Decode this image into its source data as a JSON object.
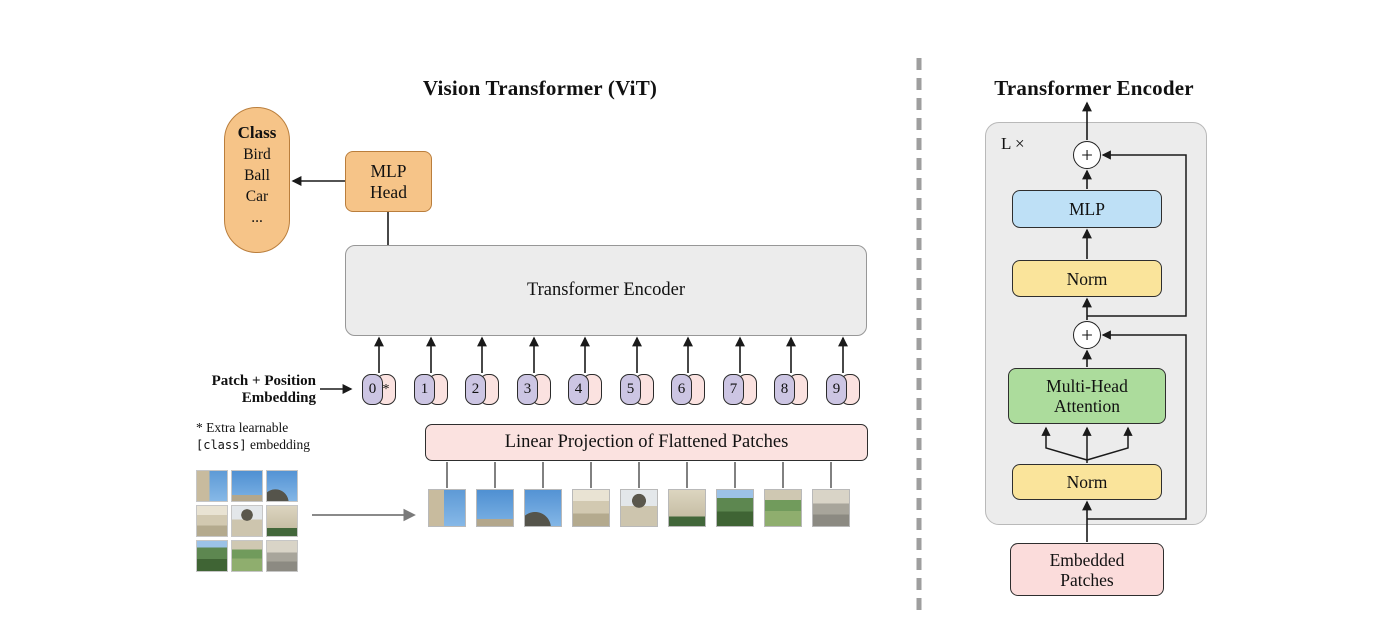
{
  "colors": {
    "orange": "#F6C488",
    "orange_border": "#BA7E3C",
    "gray_box": "#ECECEC",
    "pink": "#FBE2E0",
    "lavender": "#CCC5E3",
    "blue": "#BEE0F6",
    "yellow": "#FAE49B",
    "green": "#ACDC9C",
    "pink_embed": "#FBDCDB"
  },
  "left": {
    "title": "Vision Transformer (ViT)",
    "class_pill": {
      "heading": "Class",
      "items": [
        "Bird",
        "Ball",
        "Car",
        "..."
      ]
    },
    "mlp_head": {
      "line1": "MLP",
      "line2": "Head"
    },
    "encoder_label": "Transformer Encoder",
    "patch_position": {
      "line1": "Patch + Position",
      "line2": "Embedding"
    },
    "note": {
      "line1": "* Extra learnable",
      "class_token": "[class]",
      "line2_suffix": " embedding"
    },
    "linear_projection_label": "Linear Projection of Flattened Patches",
    "tokens": [
      "0",
      "1",
      "2",
      "3",
      "4",
      "5",
      "6",
      "7",
      "8",
      "9"
    ],
    "class_token_star": "*"
  },
  "right": {
    "title": "Transformer Encoder",
    "repeat_label": "L ×",
    "plus_symbol": "+",
    "blocks": {
      "mlp": "MLP",
      "norm_upper": "Norm",
      "attention": {
        "line1": "Multi-Head",
        "line2": "Attention"
      },
      "norm_lower": "Norm",
      "embedded_patches": {
        "line1": "Embedded",
        "line2": "Patches"
      }
    }
  }
}
